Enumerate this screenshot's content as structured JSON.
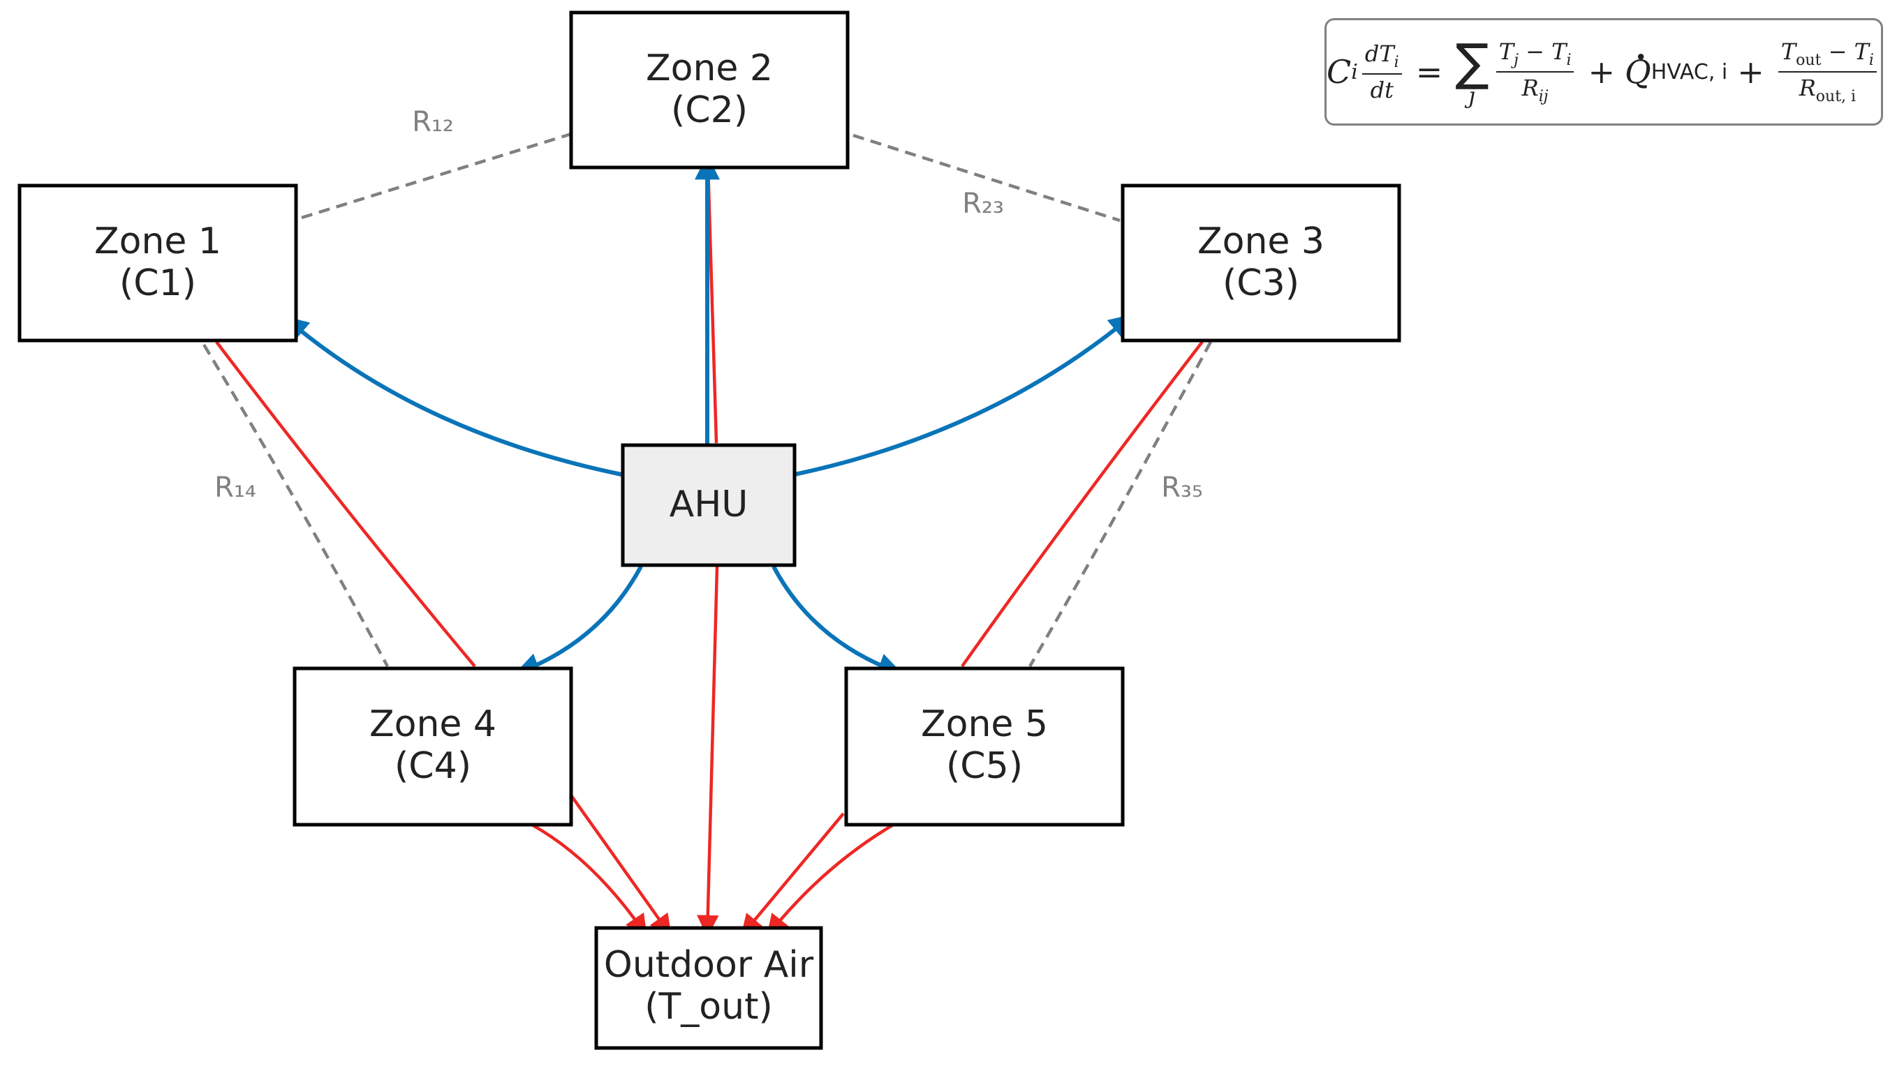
{
  "nodes": {
    "zone1": {
      "title": "Zone 1",
      "sub": "(C1)"
    },
    "zone2": {
      "title": "Zone 2",
      "sub": "(C2)"
    },
    "zone3": {
      "title": "Zone 3",
      "sub": "(C3)"
    },
    "zone4": {
      "title": "Zone 4",
      "sub": "(C4)"
    },
    "zone5": {
      "title": "Zone 5",
      "sub": "(C5)"
    },
    "ahu": {
      "title": "AHU"
    },
    "outdoor": {
      "title": "Outdoor Air",
      "sub": "(T_out)"
    }
  },
  "resistances": {
    "r12": "R₁₂",
    "r23": "R₂₃",
    "r14": "R₁₄",
    "r35": "R₃₅"
  },
  "equation": {
    "lhs_var": "C",
    "lhs_sub": "i",
    "d_num": "dT",
    "d_num_sub": "i",
    "d_den": "dt",
    "eq": "=",
    "sum_sym": "∑",
    "sum_idx": "j",
    "frac1_num": "T",
    "frac1_num_sub1": "j",
    "frac1_minus": " − T",
    "frac1_num_sub2": "i",
    "frac1_den": "R",
    "frac1_den_sub": "ij",
    "plus1": "+",
    "q": "Q",
    "q_sub": "HVAC, i",
    "plus2": "+",
    "frac2_num_a": "T",
    "frac2_num_a_sub": "out",
    "frac2_minus": " − T",
    "frac2_num_b_sub": "i",
    "frac2_den": "R",
    "frac2_den_sub": "out, i"
  },
  "colors": {
    "supply": "#0a74b8",
    "return": "#ee2724",
    "coupling": "#808080",
    "ahu_fill": "#eeeeee"
  }
}
